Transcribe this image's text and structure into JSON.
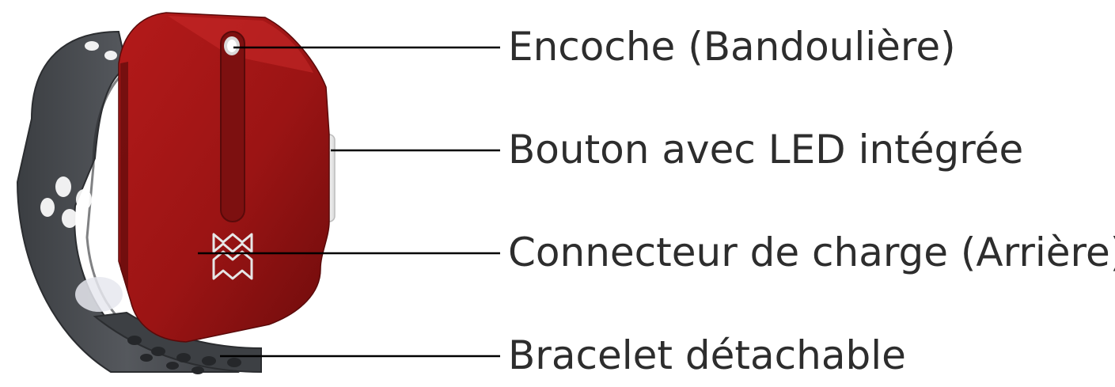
{
  "callouts": [
    {
      "label": "Encoche (Bandoulière)"
    },
    {
      "label": "Bouton avec LED intégrée"
    },
    {
      "label": "Connecteur de charge (Arrière)"
    },
    {
      "label": "Bracelet détachable"
    }
  ],
  "colors": {
    "device_red": "#9b1414",
    "device_red_dark": "#6e0c0c",
    "strap_gray": "#4a4d52",
    "strap_gray_dark": "#33363a",
    "leader_line": "#000000",
    "text": "#2d2d2d",
    "button_white": "#f2f2f2"
  },
  "logo": {
    "icon": "mm-logo-icon"
  }
}
